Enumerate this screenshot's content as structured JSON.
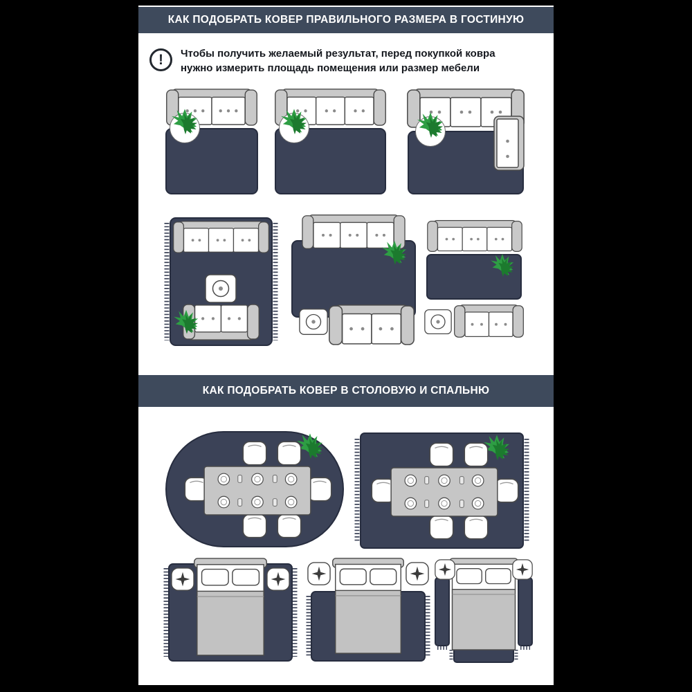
{
  "section1": {
    "title": "КАК ПОДОБРАТЬ КОВЕР ПРАВИЛЬНОГО РАЗМЕРА В ГОСТИНУЮ",
    "note": {
      "icon_glyph": "!",
      "line1": "Чтобы получить желаемый результат, перед покупкой ковра",
      "line2": "нужно измерить площадь помещения или размер мебели"
    }
  },
  "section2": {
    "title": "КАК ПОДОБРАТЬ КОВЕР В СТОЛОВУЮ И СПАЛЬНЮ"
  },
  "colors": {
    "header_bg": "#3e4a5c",
    "rug": "#3b4257",
    "rug_border": "#272d3f",
    "furniture_gray": "#c9c9c9",
    "outline": "#4a4a4a",
    "plant_green": "#2e9e44",
    "plant_green_dark": "#1c7a2e",
    "text": "#15181e",
    "frame": "#000000"
  }
}
